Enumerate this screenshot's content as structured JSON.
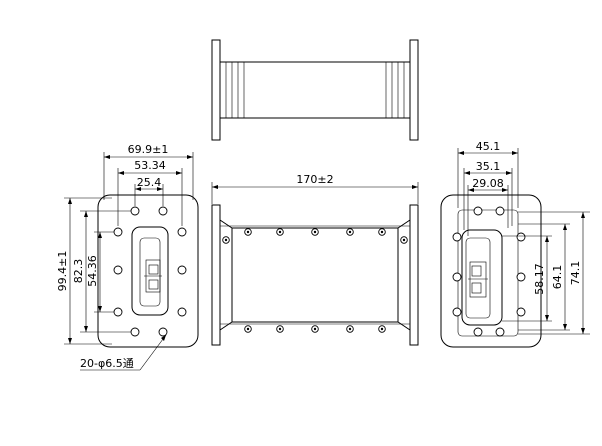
{
  "drawing": {
    "front_view": {
      "width_overall": "69.9±1",
      "width_bolt_outer": "53.34",
      "width_bolt_inner": "25.4",
      "height_overall": "99.4±1",
      "height_bolt_outer": "82.3",
      "height_bolt_inner": "54.36",
      "hole_note": "20-φ6.5通"
    },
    "side_view": {
      "length": "170±2"
    },
    "end_view": {
      "width_outer": "45.1",
      "width_mid": "35.1",
      "width_inner": "29.08",
      "height_inner": "58.17",
      "height_mid": "64.1",
      "height_outer": "74.1"
    }
  }
}
